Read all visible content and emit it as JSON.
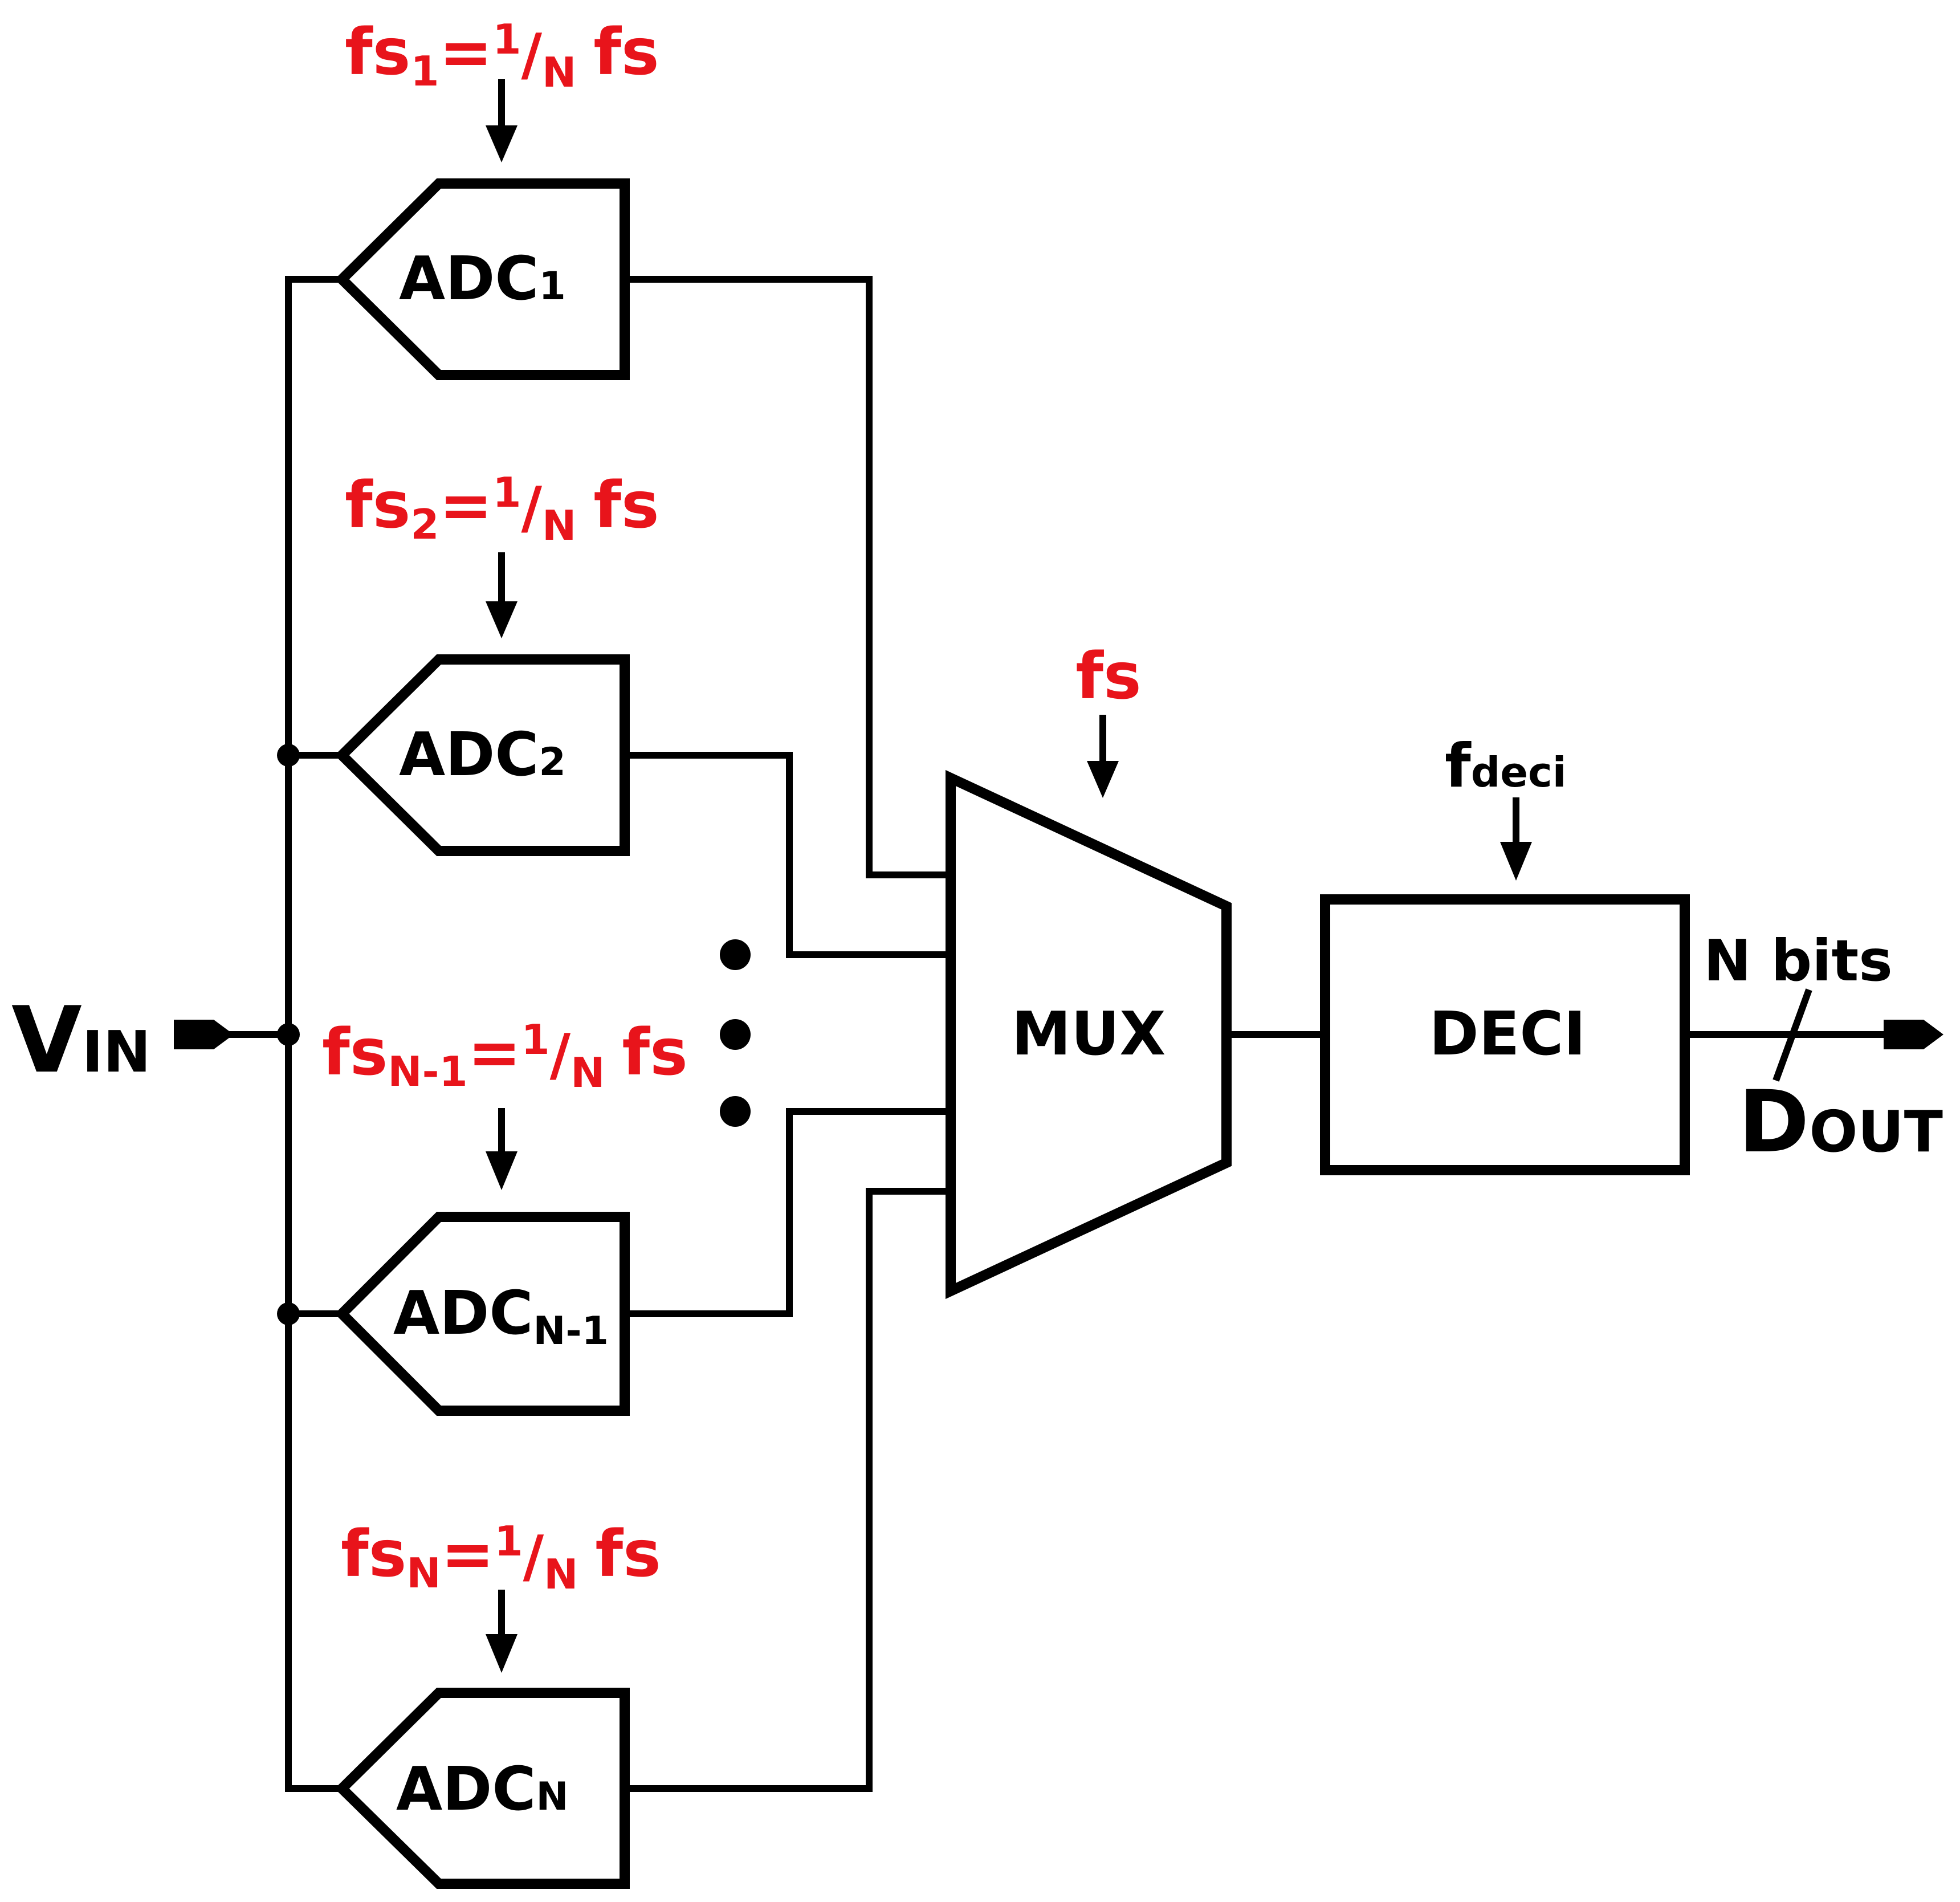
{
  "colors": {
    "clock_label": "#e8141b",
    "lines": "#000000"
  },
  "input": {
    "main": "V",
    "sub": "IN"
  },
  "output": {
    "main": "D",
    "sub": "OUT"
  },
  "bus_label": "N bits",
  "adcs": [
    {
      "main": "ADC",
      "sub": "1"
    },
    {
      "main": "ADC",
      "sub": "2"
    },
    {
      "main": "ADC",
      "sub": "N-1"
    },
    {
      "main": "ADC",
      "sub": "N"
    }
  ],
  "adc_clocks": [
    {
      "fs": "fs",
      "sub": "1",
      "eq": "=",
      "num": "1",
      "slash": "/",
      "den": "N",
      "tail": "fs"
    },
    {
      "fs": "fs",
      "sub": "2",
      "eq": "=",
      "num": "1",
      "slash": "/",
      "den": "N",
      "tail": "fs"
    },
    {
      "fs": "fs",
      "sub": "N-1",
      "eq": "=",
      "num": "1",
      "slash": "/",
      "den": "N",
      "tail": "fs"
    },
    {
      "fs": "fs",
      "sub": "N",
      "eq": "=",
      "num": "1",
      "slash": "/",
      "den": "N",
      "tail": "fs"
    }
  ],
  "mux": {
    "label": "MUX",
    "clock": "fs"
  },
  "deci": {
    "label": "DECI",
    "clock_main": "f",
    "clock_sub": "deci"
  }
}
